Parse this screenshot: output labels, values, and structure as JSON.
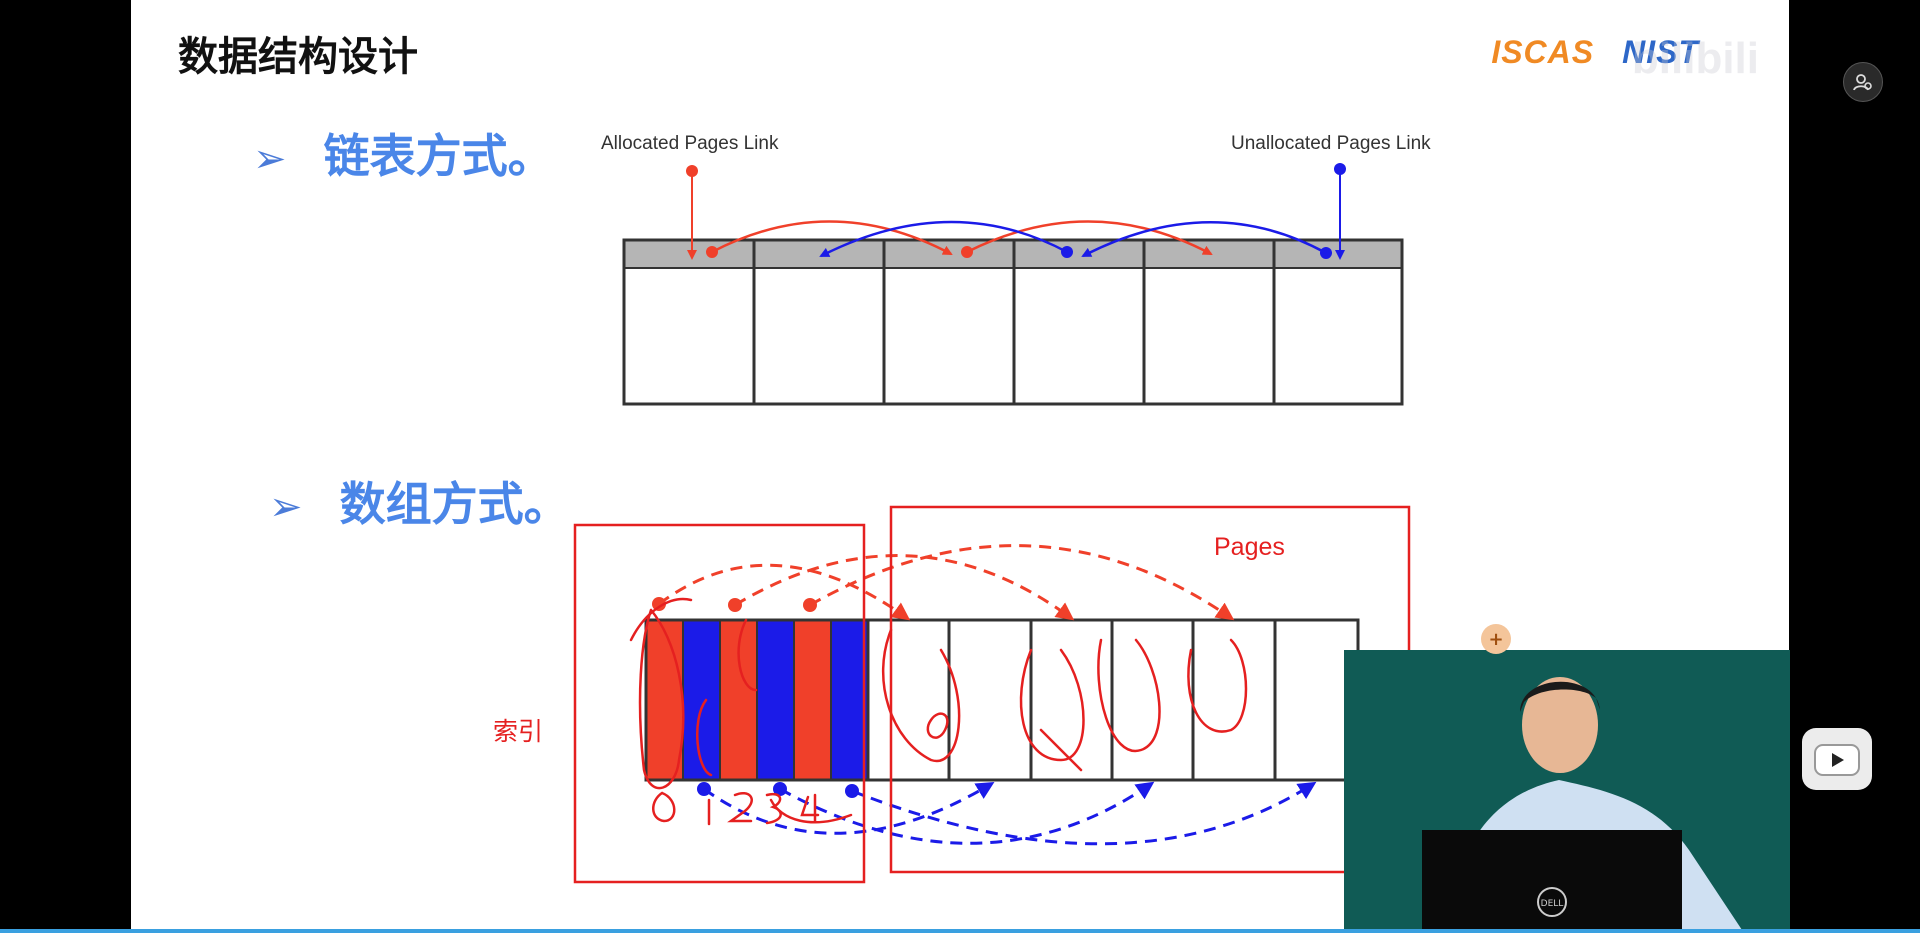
{
  "slide": {
    "title": "数据结构设计",
    "bullets": [
      {
        "arrow": "➢",
        "text": "链表方式。"
      },
      {
        "arrow": "➢",
        "text": "数组方式。"
      }
    ],
    "logo_primary": "ISCAS",
    "logo_secondary": "NIST",
    "watermark": "bilibili"
  },
  "linked_list": {
    "allocated_label": "Allocated Pages Link",
    "unallocated_label": "Unallocated Pages Link",
    "cell_count": 6
  },
  "array": {
    "pages_label": "Pages",
    "index_label": "索引"
  },
  "colors": {
    "red": "#f0402a",
    "blue": "#1b1be8",
    "header_gray": "#b5b5b5",
    "annotation_red": "#e52020",
    "bullet_blue": "#4a86e8"
  },
  "icons": {
    "top_right": "user-settings-icon",
    "right_side": "bilibili-tv-icon",
    "add": "plus-icon"
  },
  "add_label": "+"
}
